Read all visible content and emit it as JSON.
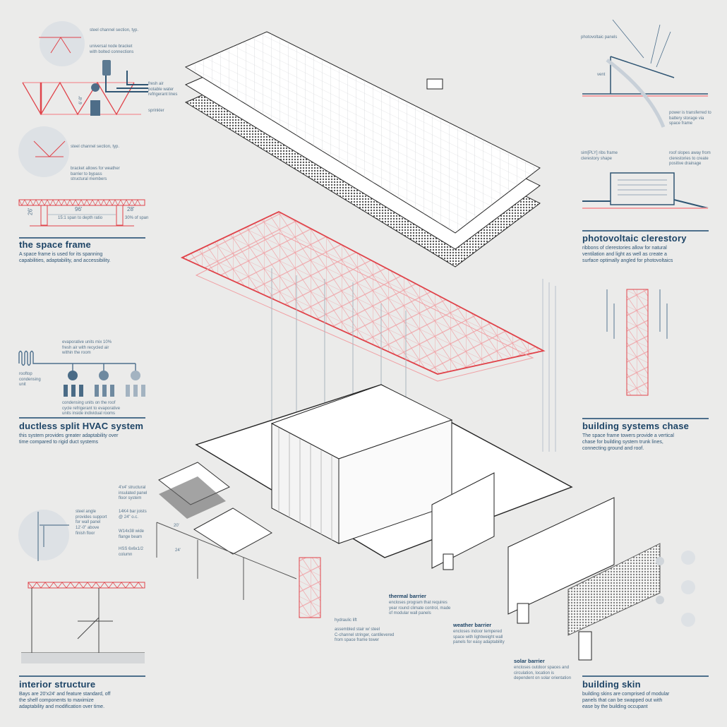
{
  "colors": {
    "structure": "#e0434a",
    "ink": "#1d4466",
    "note": "#56748c",
    "background": "#ebebea"
  },
  "space_frame": {
    "notes": {
      "channel_top": "steel channel section, typ.",
      "node_bracket": "universal node bracket\nwith bolted connections",
      "services": "fresh air\npotable water\nrefrigerant lines",
      "sprinkler": "sprinkler",
      "channel_bottom": "steel channel section, typ.",
      "bracket": "bracket allows for weather\nbarrier to bypass\nstructural members",
      "height": "6'-8\""
    },
    "dims": {
      "depth": "26'",
      "span": "96'",
      "ratio": "15:1 span to depth ratio",
      "cantilever": "28'",
      "cantilever_pct": "30% of span"
    },
    "title": "the space frame",
    "text": "A space frame is used for its spanning\ncapabilities, adaptability, and accessibility."
  },
  "hvac": {
    "notes": {
      "evaporative": "evaporative units mix 10%\nfresh air with recycled air\nwithin the room",
      "rooftop": "rooftop\ncondensing\nunit",
      "condensing": "condensing units on the roof\ncycle refrigerant to evaporative\nunits inside individual rooms"
    },
    "title": "ductless split HVAC system",
    "text": "this system provides greater adaptability over\ntime compared to rigid duct systems"
  },
  "interior": {
    "notes": {
      "steel_angle": "steel angle\nprovides support\nfor wall panel",
      "above_floor": "12'-0\" above\nfinish floor",
      "sip": "4'x4' structural\ninsulated panel\nfloor system",
      "joists": "14K4 bar joists\n@ 24\" o.c.",
      "beam": "W14x38 wide\nflange beam",
      "column": "HSS 6x6x1/2\ncolumn",
      "dim_a": "20'",
      "dim_b": "24'"
    },
    "title": "interior structure",
    "text": "Bays are 20'x24' and feature standard, off\nthe shelf components to maximize\nadaptability and modification over time."
  },
  "photovoltaic": {
    "notes": {
      "panels": "photovoltaic panels",
      "vent": "vent",
      "power": "power is transferred to\nbattery storage via\nspace frame",
      "ribs": "sim[PLY] ribs frame\nclerestory shape",
      "slope": "roof slopes away from\nclerestories to create\npositive drainage"
    },
    "title": "photovoltaic clerestory",
    "text": "ribbons of clerestories allow for natural\nventilation and light as well as create a\nsurface optimally angled for photovoltaics"
  },
  "chase": {
    "title": "building systems chase",
    "text": "The space frame towers provide a vertical\nchase for building system trunk lines,\nconnecting ground and roof."
  },
  "center": {
    "lift": "hydraulic lift",
    "stair": "assembled stair w/ steel\nC-channel stringer, cantilevered\nfrom space frame tower",
    "thermal": {
      "title": "thermal barrier",
      "text": "encloses program that requires\nyear round climate control, made\nof modular wall panels"
    },
    "weather": {
      "title": "weather barrier",
      "text": "encloses indoor tempered\nspace with lightweight wall\npanels for easy adaptability"
    },
    "solar": {
      "title": "solar barrier",
      "text": "encloses outdoor spaces and\ncirculation, location is\ndependent on solar orientation"
    }
  },
  "skin": {
    "title": "building skin",
    "text": "building skins are comprised of modular\npanels that can be swapped out with\nease by the building occupant"
  }
}
